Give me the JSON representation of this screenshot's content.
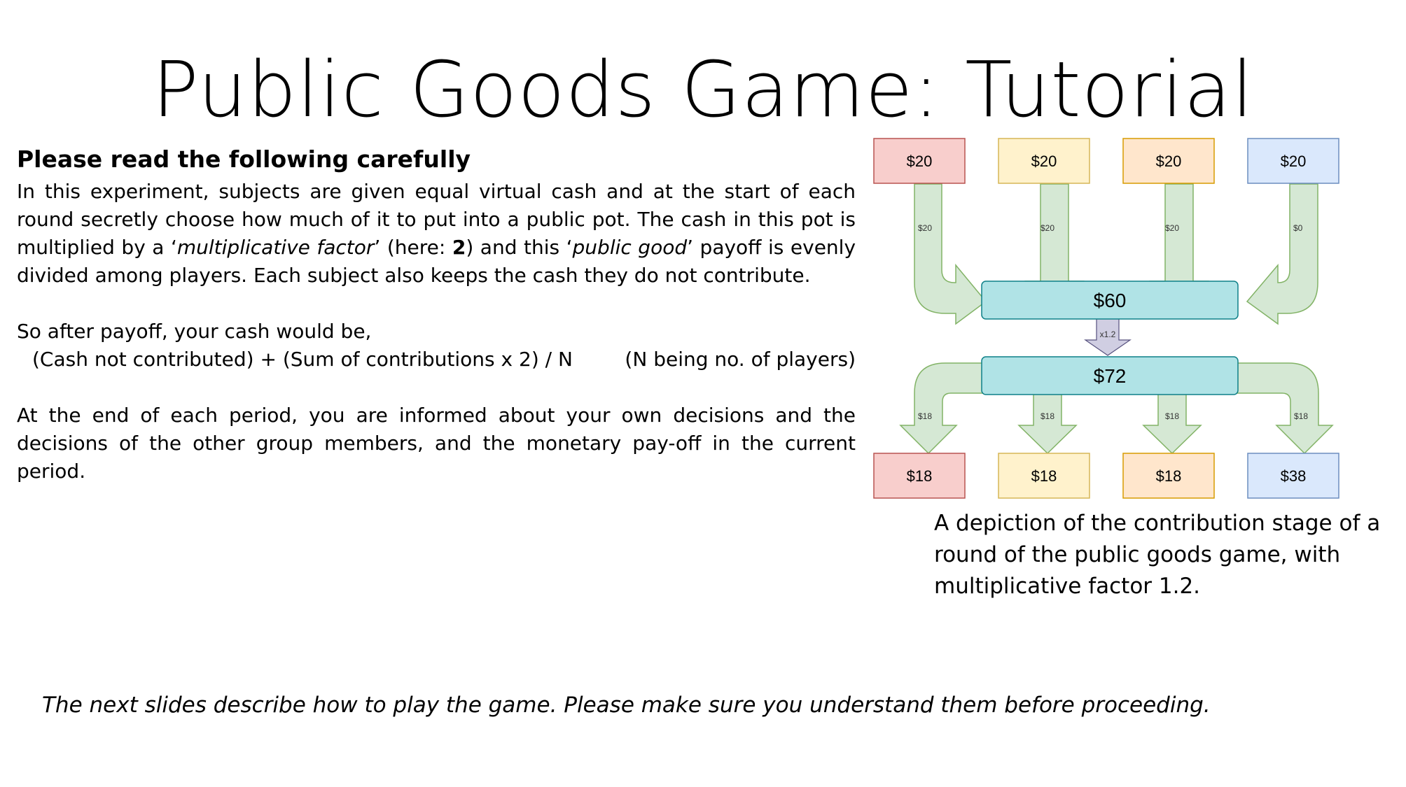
{
  "slide": {
    "title": "Public Goods Game: Tutorial",
    "heading": "Please read the following carefully",
    "paragraph1": {
      "part1": "In this experiment, subjects are given equal virtual cash and at the start of each round secretly choose how much of it to put into a public pot. The cash in this pot is multiplied by a ‘",
      "term1": "multiplicative factor",
      "part2": "’ (here: ",
      "factor": "2",
      "part3": ") and this ‘",
      "term2": "public good",
      "part4": "’ payoff is evenly divided among players. Each subject also keeps the cash they do not contribute."
    },
    "paragraph2_intro": "So after payoff, your cash would be,",
    "formula": "(Cash not contributed) + (Sum of contributions x 2) /  N",
    "formula_note": "(N being no. of players)",
    "paragraph3": "At the end of each period, you are informed about your own decisions and the decisions of the other group members, and the monetary pay-off in the current period.",
    "caption": "A depiction of the contribution stage of a round of the public goods game, with multiplicative factor 1.2.",
    "footer": "The next slides describe how to play the game. Please make sure you understand them before proceeding."
  },
  "diagram": {
    "players": [
      {
        "start": "$20",
        "contribution": "$20",
        "share": "$18",
        "end": "$18",
        "fill": "#f8cecc",
        "stroke": "#b85450"
      },
      {
        "start": "$20",
        "contribution": "$20",
        "share": "$18",
        "end": "$18",
        "fill": "#fff2cc",
        "stroke": "#d6b656"
      },
      {
        "start": "$20",
        "contribution": "$20",
        "share": "$18",
        "end": "$18",
        "fill": "#ffe6cc",
        "stroke": "#d79b00"
      },
      {
        "start": "$20",
        "contribution": "$0",
        "share": "$18",
        "end": "$38",
        "fill": "#dae8fc",
        "stroke": "#6c8ebf"
      }
    ],
    "pot_total": "$60",
    "multiplier_label": "x1.2",
    "pot_multiplied": "$72",
    "colors": {
      "arrow_fill": "#d5e8d4",
      "arrow_stroke": "#82b366",
      "pot_fill": "#b0e3e6",
      "pot_stroke": "#0e8088",
      "mult_fill": "#d0cee2",
      "mult_stroke": "#56517e"
    }
  }
}
